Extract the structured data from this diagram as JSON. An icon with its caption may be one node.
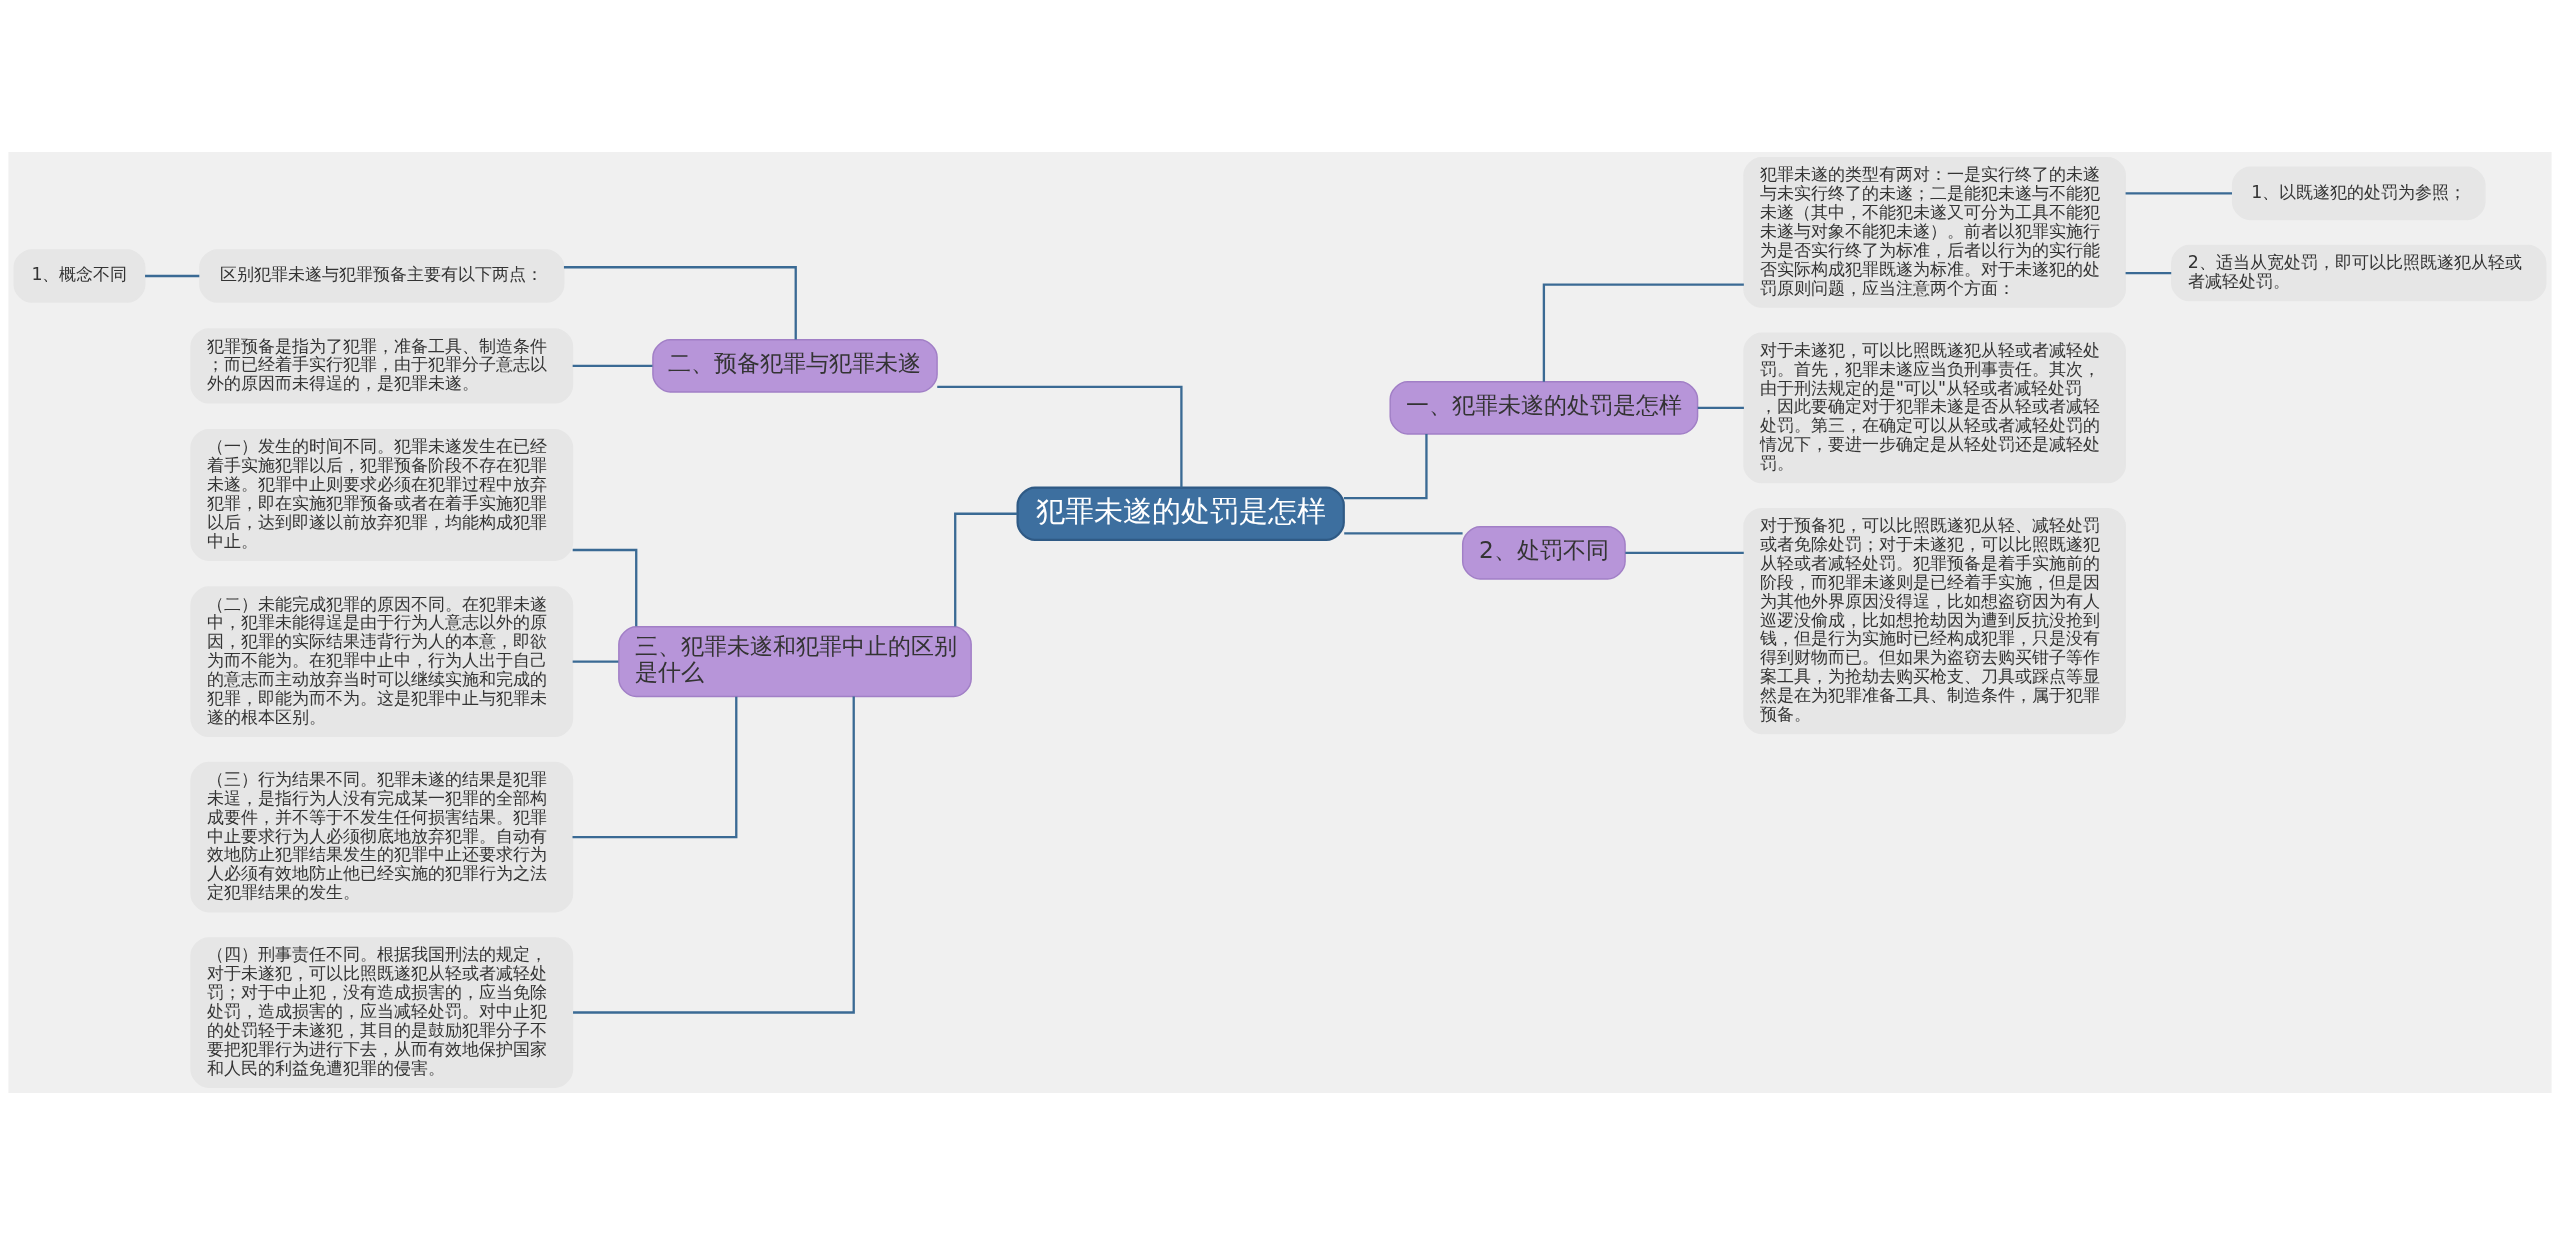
{
  "diagram": {
    "nodes": [
      {
        "text": [
          "犯罪未遂的处罚是怎样"
        ]
      },
      {
        "text": [
          "一、犯罪未遂的处罚是怎样"
        ]
      },
      {
        "text": [
          "犯罪未遂的类型有两对：一是实行终了的未遂与未实行终了的未遂；二是能犯未遂与不能犯未遂（其中，不能犯未遂又可分为工具不能犯未遂与对象不能犯未遂）。前者以犯罪实施行为是否实行终了为标准，后者以行为的实行能否实际构成犯罪既遂为标准。对于未遂犯的处罚原则问题，应当注意两个方面："
        ]
      },
      {
        "text": [
          "1、以既遂犯的处罚为参照；"
        ]
      },
      {
        "text": [
          "2、适当从宽处罚，即可以比照既遂犯从轻或者减轻处罚。"
        ]
      },
      {
        "text": [
          "对于未遂犯，可以比照既遂犯从轻或者减轻处罚。首先，犯罪未遂应当负刑事责任。其次，由于刑法规定的是\"可以\"从轻或者减轻处罚，因此要确定对于犯罪未遂是否从轻或者减轻处罚。第三，在确定可以从轻或者减轻处罚的情况下，要进一步确定是从轻处罚还是减轻处罚。"
        ]
      },
      {
        "text": [
          "2、处罚不同"
        ]
      },
      {
        "text": [
          "对于预备犯，可以比照既遂犯从轻、减轻处罚或者免除处罚；对于未遂犯，可以比照既遂犯从轻或者减轻处罚。犯罪预备是着手实施前的阶段，而犯罪未遂则是已经着手实施，但是因为其他外界原因没得逞，比如想盗窃因为有人巡逻没偷成，比如想抢劫因为遭到反抗没抢到钱，但是行为实施时已经构成犯罪，只是没有得到财物而已。但如果为盗窃去购买钳子等作案工具，为抢劫去购买枪支、刀具或踩点等显然是在为犯罪准备工具、制造条件，属于犯罪预备。"
        ]
      },
      {
        "text": [
          "二、预备犯罪与犯罪未遂"
        ]
      },
      {
        "text": [
          "区别犯罪未遂与犯罪预备主要有以下两点："
        ]
      },
      {
        "text": [
          "1、概念不同"
        ]
      },
      {
        "text": [
          "犯罪预备是指为了犯罪，准备工具、制造条件；而已经着手实行犯罪，由于犯罪分子意志以外的原因而未得逞的，是犯罪未遂。"
        ]
      },
      {
        "text": [
          "三、犯罪未遂和犯罪中止的区别是什么"
        ]
      },
      {
        "text": [
          "（一）发生的时间不同。犯罪未遂发生在已经着手实施犯罪以后，犯罪预备阶段不存在犯罪未遂。犯罪中止则要求必须在犯罪过程中放弃犯罪，即在实施犯罪预备或者在着手实施犯罪以后，达到即遂以前放弃犯罪，均能构成犯罪中止。"
        ]
      },
      {
        "text": [
          "（二）未能完成犯罪的原因不同。在犯罪未遂中，犯罪未能得逞是由于行为人意志以外的原因，犯罪的实际结果违背行为人的本意，即欲为而不能为。在犯罪中止中，行为人出于自己的意志而主动放弃当时可以继续实施和完成的犯罪，即能为而不为。这是犯罪中止与犯罪未遂的根本区别。"
        ]
      },
      {
        "text": [
          "（三）行为结果不同。犯罪未遂的结果是犯罪未逞，是指行为人没有完成某一犯罪的全部构成要件，并不等于不发生任何损害结果。犯罪中止要求行为人必须彻底地放弃犯罪。自动有效地防止犯罪结果发生的犯罪中止还要求行为人必须有效地防止他已经实施的犯罪行为之法定犯罪结果的发生。"
        ]
      },
      {
        "text": [
          "（四）刑事责任不同。根据我国刑法的规定，对于未遂犯，可以比照既遂犯从轻或者减轻处罚；对于中止犯，没有造成损害的，应当免除处罚，造成损害的，应当减轻处罚。对中止犯的处罚轻于未遂犯，其目的是鼓励犯罪分子不要把犯罪行为进行下去，从而有效地保护国家和人民的利益免遭犯罪的侵害。"
        ]
      }
    ],
    "edges": [
      {
        "from": 0,
        "to": 1,
        "arrow": "none"
      },
      {
        "from": 1,
        "to": 2,
        "arrow": "none"
      },
      {
        "from": 2,
        "to": 3,
        "arrow": "none"
      },
      {
        "from": 2,
        "to": 4,
        "arrow": "none"
      },
      {
        "from": 1,
        "to": 5,
        "arrow": "none"
      },
      {
        "from": 0,
        "to": 6,
        "arrow": "none"
      },
      {
        "from": 6,
        "to": 7,
        "arrow": "none"
      },
      {
        "from": 0,
        "to": 8,
        "arrow": "none"
      },
      {
        "from": 8,
        "to": 9,
        "arrow": "none"
      },
      {
        "from": 9,
        "to": 10,
        "arrow": "none"
      },
      {
        "from": 8,
        "to": 11,
        "arrow": "none"
      },
      {
        "from": 0,
        "to": 12,
        "arrow": "none"
      },
      {
        "from": 12,
        "to": 13,
        "arrow": "none"
      },
      {
        "from": 12,
        "to": 14,
        "arrow": "none"
      },
      {
        "from": 12,
        "to": 15,
        "arrow": "none"
      },
      {
        "from": 12,
        "to": 16,
        "arrow": "none"
      }
    ]
  }
}
